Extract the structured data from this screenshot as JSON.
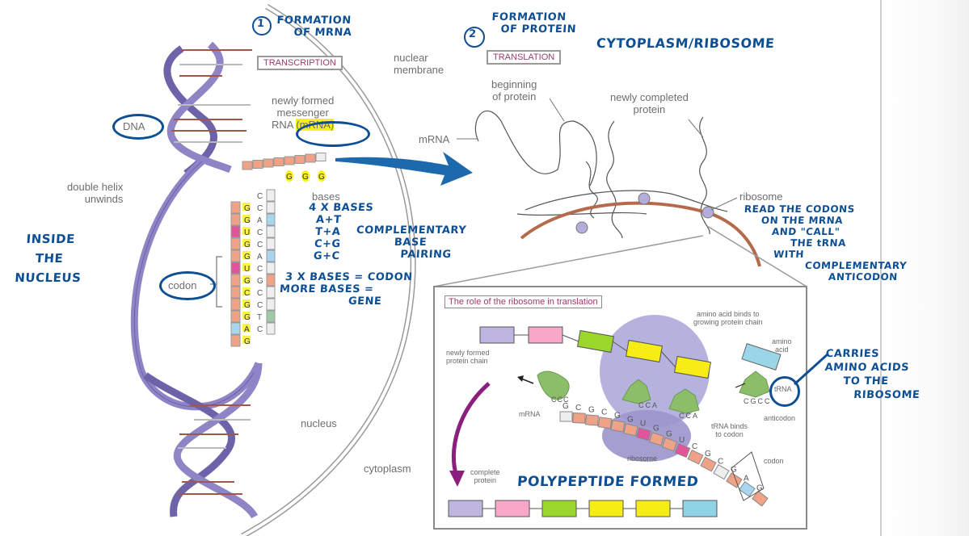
{
  "printed_labels": {
    "transcription": "TRANSCRIPTION",
    "translation": "TRANSLATION",
    "nuclear_membrane": [
      "nuclear",
      "membrane"
    ],
    "newly_formed_mrna": [
      "newly formed",
      "messenger",
      "RNA",
      "(mRNA)"
    ],
    "dna": "DNA",
    "double_helix": [
      "double helix",
      "unwinds"
    ],
    "bases": "bases",
    "codon": "codon",
    "nucleus": "nucleus",
    "cytoplasm": "cytoplasm",
    "mrna": "mRNA",
    "beginning_of_protein": [
      "beginning",
      "of protein"
    ],
    "newly_completed_protein": [
      "newly completed",
      "protein"
    ],
    "ribosome": "ribosome"
  },
  "inset": {
    "title": "The role of the ribosome in translation",
    "newly_formed_chain": [
      "newly formed",
      "protein chain"
    ],
    "amino_acid_binds": [
      "amino acid binds to",
      "growing protein chain"
    ],
    "amino_acid": [
      "amino",
      "acid"
    ],
    "trna": "tRNA",
    "anticodon": "anticodon",
    "trna_binds": [
      "tRNA binds",
      "to codon"
    ],
    "codon": "codon",
    "mrna": "mRNA",
    "ribosome": "ribosome",
    "complete_protein": [
      "complete",
      "protein"
    ],
    "chain_colors": [
      "#bfb6e0",
      "#f7a8c8",
      "#9ad62b",
      "#f6ec16",
      "#f6ec16",
      "#8fd3e6"
    ],
    "complete_colors": [
      "#bfb6e0",
      "#f7a8c8",
      "#9ad62b",
      "#f6ec16",
      "#f6ec16",
      "#8fd3e6"
    ],
    "trna_anticodon_free": "CCC",
    "trna_anticodon_bound1": "CCA",
    "trna_anticodon_bound2": "CCA",
    "incoming_anticodon": "CGCC",
    "mrna_bases": [
      "G",
      "C",
      "G",
      "C",
      "G",
      "G",
      "U",
      "G",
      "G",
      "U",
      "C",
      "G",
      "C",
      "G",
      "A",
      "G"
    ]
  },
  "dna_strand": {
    "template_bases": [
      "C",
      "C",
      "A",
      "C",
      "C",
      "A",
      "C",
      "G",
      "C",
      "C",
      "T",
      "C"
    ],
    "mrna_bases": [
      "G",
      "G",
      "U",
      "G",
      "G",
      "U",
      "G",
      "C",
      "G",
      "G",
      "A",
      "G"
    ],
    "top_bases": [
      "G",
      "G",
      "G"
    ]
  },
  "annotations": {
    "step1_number": "1",
    "step1": [
      "FORMATION",
      "OF MRNA"
    ],
    "step2_number": "2",
    "step2": [
      "FORMATION",
      "OF PROTEIN"
    ],
    "cytoplasm_ribosome": "CYTOPLASM/RIBOSOME",
    "inside_nucleus": [
      "INSIDE",
      "THE",
      "NUCLEUS"
    ],
    "bases_note": [
      "4 X BASES",
      "A+T",
      "T+A",
      "C+G",
      "G+C"
    ],
    "complementary": [
      "COMPLEMENTARY",
      "BASE",
      "PAIRING"
    ],
    "codon_note": [
      "3 X BASES = CODON",
      "MORE BASES =",
      "GENE"
    ],
    "ribosome_note": [
      "READ THE CODONS",
      "ON THE MRNA",
      "AND \"CALL\"",
      "THE tRNA",
      "WITH",
      "COMPLEMENTARY",
      "ANTICODON"
    ],
    "trna_note": [
      "CARRIES",
      "AMINO ACIDS",
      "TO THE",
      "RIBOSOME"
    ],
    "polypeptide": "POLYPEPTIDE FORMED"
  },
  "colors": {
    "ink": "#0e4f94",
    "dna_backbone": "#8f84c6",
    "mrna_segment": "#f0a286",
    "highlight": "#f5f01c",
    "arrow": "#1c6aad",
    "mrna_line": "#b56a4c",
    "purple_arrow": "#8a1f7d"
  }
}
